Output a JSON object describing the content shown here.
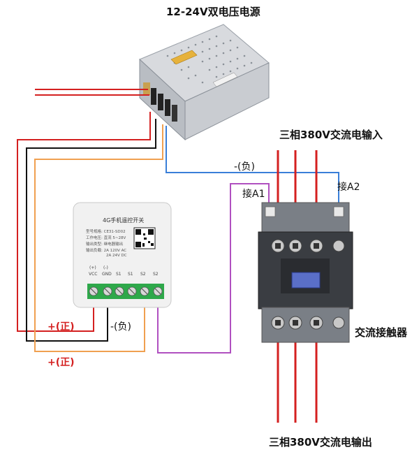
{
  "labels": {
    "power_supply": "12-24V双电压电源",
    "input_3phase": "三相380V交流电输入",
    "output_3phase": "三相380V交流电输出",
    "contactor": "交流接触器",
    "a1": "接A1",
    "a2": "接A2",
    "neg_top": "-(负)",
    "neg_module": "-(负)",
    "pos_1": "+(正)",
    "pos_2": "+(正)"
  },
  "module": {
    "title": "4G手机遥控开关",
    "specs": [
      "型号规格: CE31-SD02",
      "工作电压: 直流 5~28V",
      "输出类型: 继电器输出",
      "输出负载: 2A 120V AC",
      "2A  24V DC"
    ],
    "terminal_marks": [
      "(+)",
      "(-)"
    ],
    "terminals": [
      "VCC",
      "GND",
      "S1",
      "S1",
      "S2",
      "S2"
    ]
  },
  "colors": {
    "red_wire": "#d42020",
    "black_wire": "#111111",
    "orange_wire": "#f0a050",
    "blue_wire": "#3a7fd8",
    "purple_wire": "#b050c0",
    "terminal_green": "#2ea84a"
  }
}
